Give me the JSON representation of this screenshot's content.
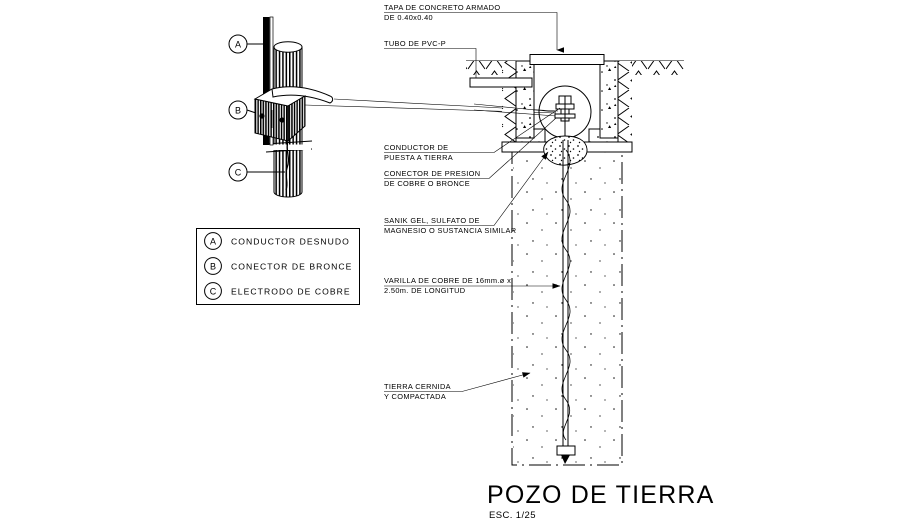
{
  "drawing": {
    "title": "POZO DE TIERRA",
    "scale_label": "ESC. 1/25",
    "sheet_background": "#ffffff",
    "line_color": "#000000"
  },
  "callouts": [
    {
      "id": "tapa",
      "line1": "TAPA DE CONCRETO ARMADO",
      "line2": "DE 0.40x0.40"
    },
    {
      "id": "tubo",
      "line1": "TUBO DE PVC-P",
      "line2": ""
    },
    {
      "id": "conductor",
      "line1": "CONDUCTOR DE",
      "line2": "PUESTA A TIERRA"
    },
    {
      "id": "conector",
      "line1": "CONECTOR DE PRESION",
      "line2": "DE COBRE O BRONCE"
    },
    {
      "id": "sanik",
      "line1": "SANIK GEL, SULFATO DE",
      "line2": "MAGNESIO O SUSTANCIA SIMILAR"
    },
    {
      "id": "varilla",
      "line1": "VARILLA DE COBRE DE 16mm.ø x",
      "line2": "2.50m. DE LONGITUD"
    },
    {
      "id": "tierra",
      "line1": "TIERRA CERNIDA",
      "line2": "Y COMPACTADA"
    }
  ],
  "detail_markers": [
    {
      "key": "A",
      "label": "A"
    },
    {
      "key": "B",
      "label": "B"
    },
    {
      "key": "C",
      "label": "C"
    }
  ],
  "legend": {
    "rows": [
      {
        "key": "A",
        "label": "CONDUCTOR DESNUDO"
      },
      {
        "key": "B",
        "label": "CONECTOR DE BRONCE"
      },
      {
        "key": "C",
        "label": "ELECTRODO DE COBRE"
      }
    ]
  }
}
